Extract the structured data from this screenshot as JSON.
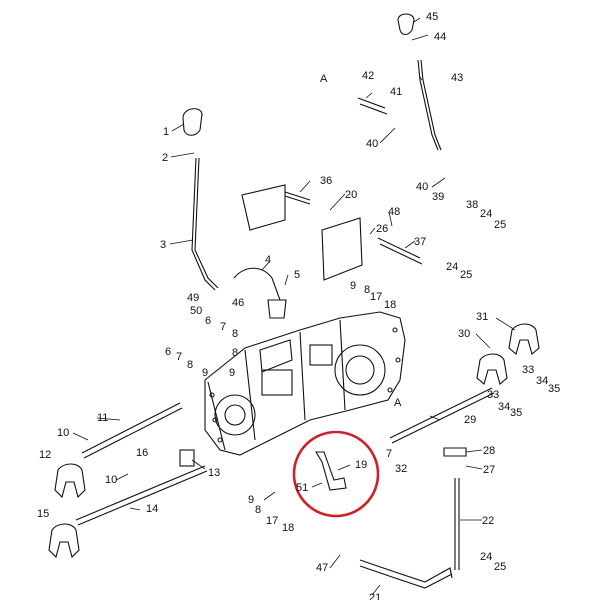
{
  "diagram": {
    "highlight_color": "#d0202a",
    "callouts": [
      {
        "id": "c1",
        "text": "1"
      },
      {
        "id": "c2",
        "text": "2"
      },
      {
        "id": "c3",
        "text": "3"
      },
      {
        "id": "c4",
        "text": "4"
      },
      {
        "id": "c5",
        "text": "5"
      },
      {
        "id": "c6a",
        "text": "6"
      },
      {
        "id": "c6b",
        "text": "6"
      },
      {
        "id": "c7a",
        "text": "7"
      },
      {
        "id": "c7b",
        "text": "7"
      },
      {
        "id": "c7c",
        "text": "7"
      },
      {
        "id": "c8a",
        "text": "8"
      },
      {
        "id": "c8b",
        "text": "8"
      },
      {
        "id": "c8c",
        "text": "8"
      },
      {
        "id": "c8d",
        "text": "8"
      },
      {
        "id": "c8e",
        "text": "8"
      },
      {
        "id": "c9a",
        "text": "9"
      },
      {
        "id": "c9b",
        "text": "9"
      },
      {
        "id": "c9c",
        "text": "9"
      },
      {
        "id": "c9d",
        "text": "9"
      },
      {
        "id": "c10a",
        "text": "10"
      },
      {
        "id": "c10b",
        "text": "10"
      },
      {
        "id": "c11",
        "text": "11"
      },
      {
        "id": "c12",
        "text": "12"
      },
      {
        "id": "c13",
        "text": "13"
      },
      {
        "id": "c14",
        "text": "14"
      },
      {
        "id": "c15",
        "text": "15"
      },
      {
        "id": "c16",
        "text": "16"
      },
      {
        "id": "c17a",
        "text": "17"
      },
      {
        "id": "c17b",
        "text": "17"
      },
      {
        "id": "c18a",
        "text": "18"
      },
      {
        "id": "c18b",
        "text": "18"
      },
      {
        "id": "c19",
        "text": "19"
      },
      {
        "id": "c20",
        "text": "20"
      },
      {
        "id": "c21",
        "text": "21"
      },
      {
        "id": "c22",
        "text": "22"
      },
      {
        "id": "c24a",
        "text": "24"
      },
      {
        "id": "c24b",
        "text": "24"
      },
      {
        "id": "c24c",
        "text": "24"
      },
      {
        "id": "c25a",
        "text": "25"
      },
      {
        "id": "c25b",
        "text": "25"
      },
      {
        "id": "c25c",
        "text": "25"
      },
      {
        "id": "c26",
        "text": "26"
      },
      {
        "id": "c27",
        "text": "27"
      },
      {
        "id": "c28",
        "text": "28"
      },
      {
        "id": "c29",
        "text": "29"
      },
      {
        "id": "c30",
        "text": "30"
      },
      {
        "id": "c31",
        "text": "31"
      },
      {
        "id": "c32",
        "text": "32"
      },
      {
        "id": "c33a",
        "text": "33"
      },
      {
        "id": "c33b",
        "text": "33"
      },
      {
        "id": "c34a",
        "text": "34"
      },
      {
        "id": "c34b",
        "text": "34"
      },
      {
        "id": "c35a",
        "text": "35"
      },
      {
        "id": "c35b",
        "text": "35"
      },
      {
        "id": "c36",
        "text": "36"
      },
      {
        "id": "c37",
        "text": "37"
      },
      {
        "id": "c38",
        "text": "38"
      },
      {
        "id": "c39",
        "text": "39"
      },
      {
        "id": "c40a",
        "text": "40"
      },
      {
        "id": "c40b",
        "text": "40"
      },
      {
        "id": "c41",
        "text": "41"
      },
      {
        "id": "c42",
        "text": "42"
      },
      {
        "id": "c43",
        "text": "43"
      },
      {
        "id": "c44",
        "text": "44"
      },
      {
        "id": "c45",
        "text": "45"
      },
      {
        "id": "c46",
        "text": "46"
      },
      {
        "id": "c47",
        "text": "47"
      },
      {
        "id": "c48",
        "text": "48"
      },
      {
        "id": "c49",
        "text": "49"
      },
      {
        "id": "c50",
        "text": "50"
      },
      {
        "id": "c51",
        "text": "51"
      },
      {
        "id": "cA1",
        "text": "A"
      },
      {
        "id": "cA2",
        "text": "A"
      }
    ]
  }
}
